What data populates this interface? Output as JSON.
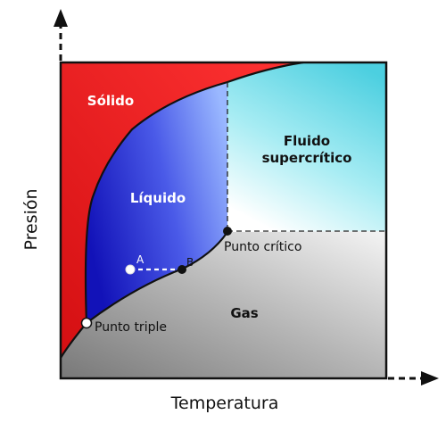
{
  "regions": {
    "solid": "Sólido",
    "liquid": "Líquido",
    "supercritical_line1": "Fluido",
    "supercritical_line2": "supercrítico",
    "gas": "Gas"
  },
  "points": {
    "critical": "Punto crítico",
    "triple": "Punto triple",
    "a": "A",
    "b": "B"
  },
  "axes": {
    "x_label": "Temperatura",
    "y_label": "Presión"
  },
  "colors": {
    "solid": "#e8181c",
    "liquid_dark": "#1a1ac8",
    "liquid_light": "#9ab4ff",
    "supercritical": "#55d6e4",
    "gas_light": "#f2f2f2",
    "gas_dark": "#7a7a7a"
  }
}
